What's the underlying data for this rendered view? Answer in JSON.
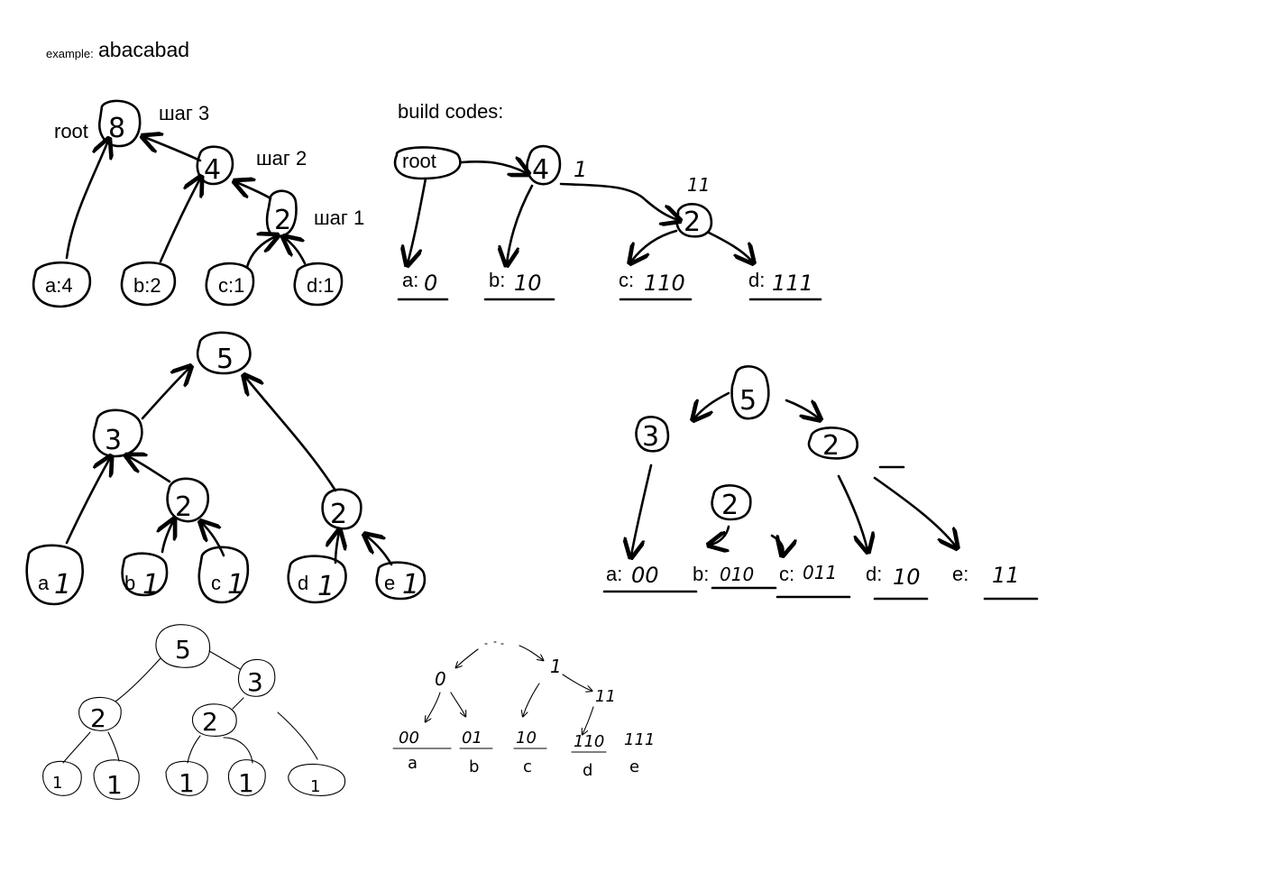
{
  "example": {
    "prefix": "example:",
    "word": "abacabad"
  },
  "diagram1": {
    "root_label": "root",
    "root_value": "8",
    "node4": "4",
    "node2": "2",
    "steps": {
      "step3": "шаг  3",
      "step2": "шаг 2",
      "step1": "шаг 1"
    },
    "leaves": [
      "a:4",
      "b:2",
      "c:1",
      "d:1"
    ]
  },
  "codes1": {
    "title": "build codes:",
    "root": "root",
    "node4": "4",
    "edge1": "1",
    "node2": "2",
    "edge11": "11",
    "items": [
      {
        "key": "a:",
        "code": "0"
      },
      {
        "key": "b:",
        "code": "10"
      },
      {
        "key": "c:",
        "code": "110"
      },
      {
        "key": "d:",
        "code": "111"
      }
    ]
  },
  "diagram2": {
    "root": "5",
    "node3": "3",
    "node2a": "2",
    "node2b": "2",
    "leaves": [
      {
        "key": "a",
        "val": "1"
      },
      {
        "key": "b",
        "val": "1"
      },
      {
        "key": "c",
        "val": "1"
      },
      {
        "key": "d",
        "val": "1"
      },
      {
        "key": "e",
        "val": "1"
      }
    ]
  },
  "codes2": {
    "root": "5",
    "node3": "3",
    "node2": "2",
    "node2mid": "2",
    "items": [
      {
        "key": "a:",
        "code": "00"
      },
      {
        "key": "b:",
        "code": "010"
      },
      {
        "key": "c:",
        "code": "011"
      },
      {
        "key": "d:",
        "code": "10"
      },
      {
        "key": "e:",
        "code": "11"
      }
    ]
  },
  "diagram3": {
    "root": "5",
    "node3": "3",
    "node2a": "2",
    "node2b": "2",
    "leaves": [
      "1",
      "1",
      "1",
      "1",
      "1"
    ]
  },
  "codes3": {
    "edge0": "0",
    "edge1": "1",
    "edge11": "11",
    "items": [
      {
        "code": "00",
        "key": "a"
      },
      {
        "code": "01",
        "key": "b"
      },
      {
        "code": "10",
        "key": "c"
      },
      {
        "code": "110",
        "key": "d"
      },
      {
        "code": "111",
        "key": "e"
      }
    ]
  }
}
